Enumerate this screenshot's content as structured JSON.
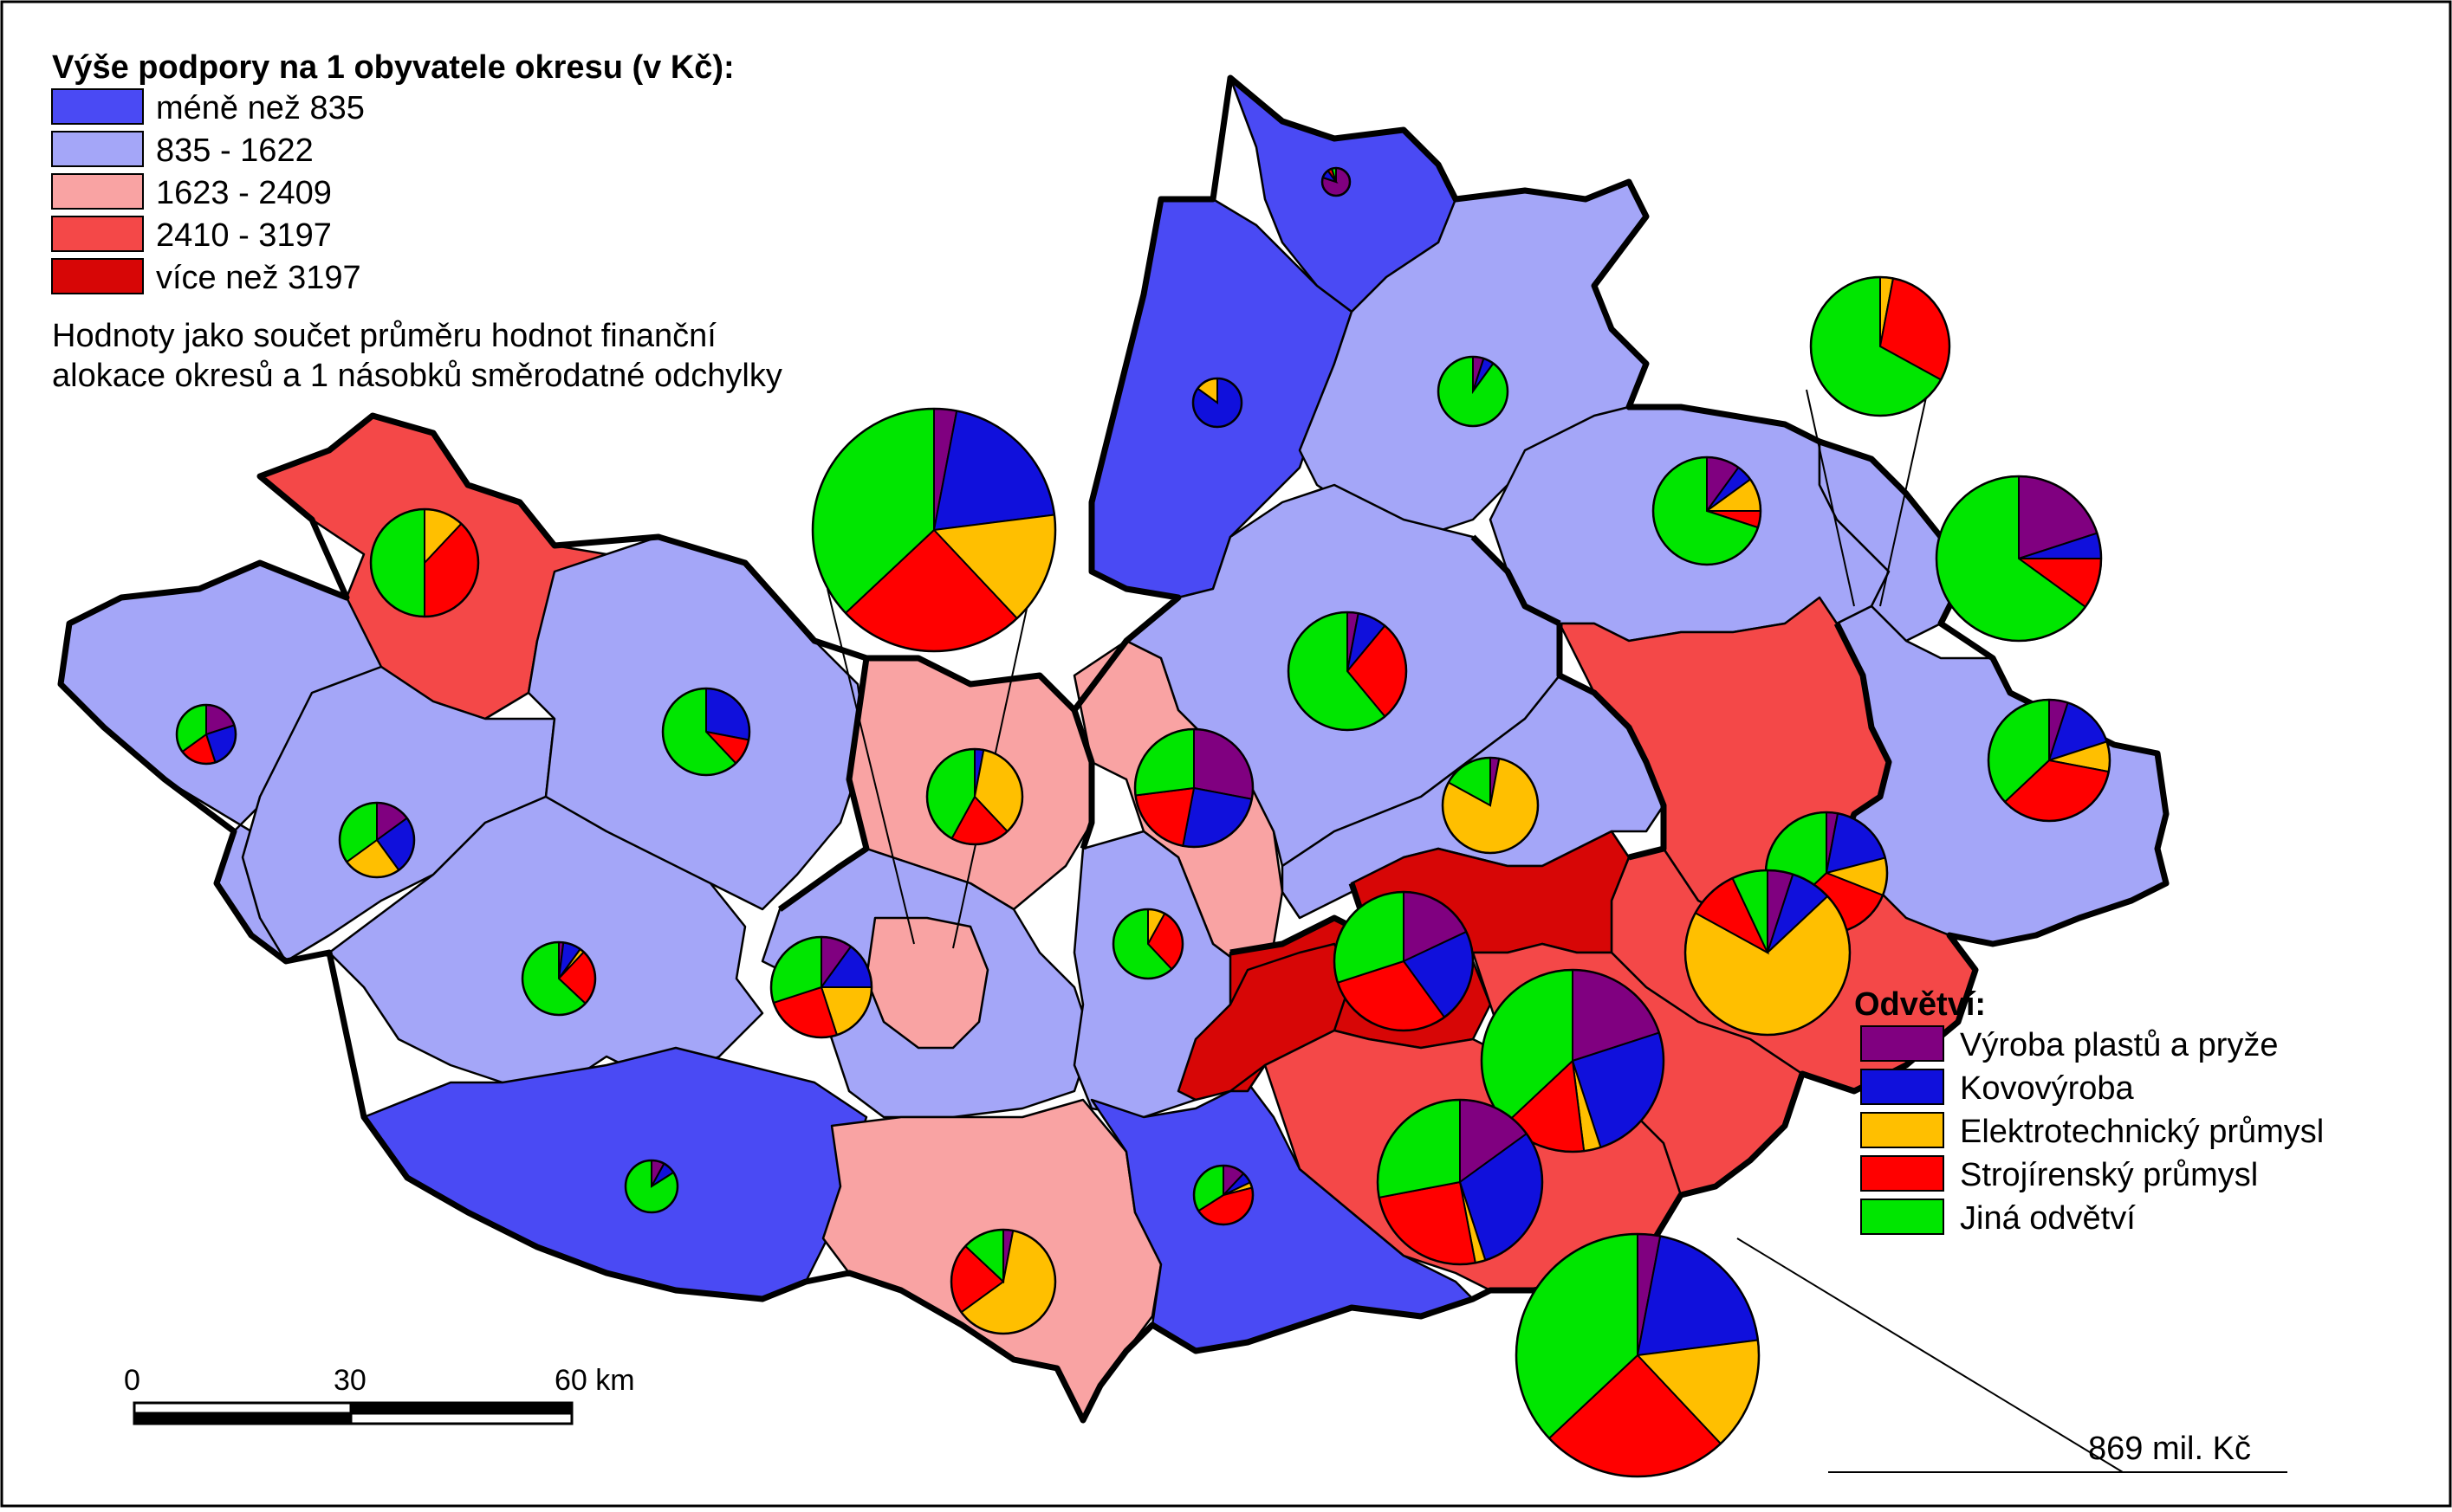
{
  "legend_top": {
    "title": "Výše podpory na 1 obyvatele okresu (v Kč):",
    "classes": [
      {
        "label": "méně než 835",
        "color": "#4a4af4"
      },
      {
        "label": "835 - 1622",
        "color": "#a4a6f8"
      },
      {
        "label": "1623 - 2409",
        "color": "#f9a3a3"
      },
      {
        "label": "2410 - 3197",
        "color": "#f44848"
      },
      {
        "label": "více než 3197",
        "color": "#d70606"
      }
    ],
    "note_line1": "Hodnoty jako součet průměru hodnot finanční",
    "note_line2": "alokace okresů a 1 násobků směrodatné odchylky"
  },
  "legend_sectors": {
    "title": "Odvětví:",
    "items": [
      {
        "label": "Výroba plastů a pryže",
        "color": "#800080"
      },
      {
        "label": "Kovovýroba",
        "color": "#1010dc"
      },
      {
        "label": "Elektrotechnický průmysl",
        "color": "#ffbf00"
      },
      {
        "label": "Strojírenský průmysl",
        "color": "#ff0000"
      },
      {
        "label": "Jiná odvětví",
        "color": "#00e600"
      }
    ]
  },
  "scale_bar": {
    "labels": [
      "0",
      "30",
      "60 km"
    ]
  },
  "reference_pie_label": "869 mil. Kč",
  "pie_shares_order": [
    "Výroba plastů a pryže",
    "Kovovýroba",
    "Elektrotechnický průmysl",
    "Strojírenský průmysl",
    "Jiná odvětví"
  ]
}
